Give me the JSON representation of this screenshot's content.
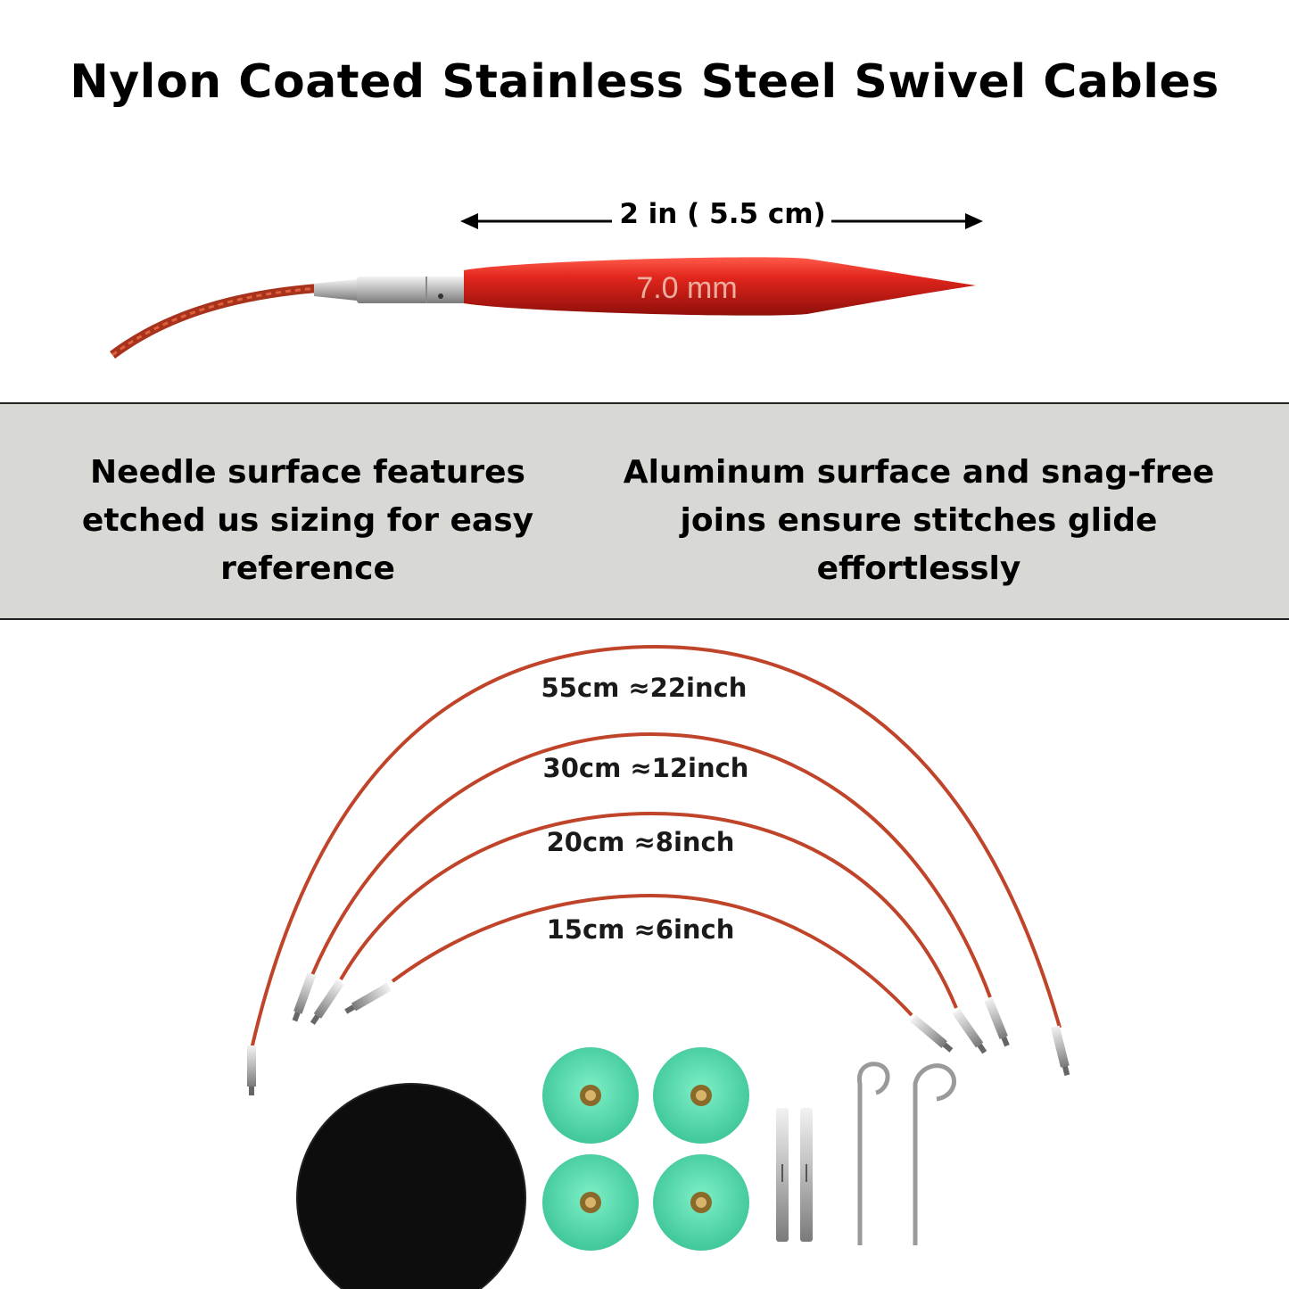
{
  "title": "Nylon Coated Stainless Steel Swivel Cables",
  "needle": {
    "length_label": "2 in ( 5.5 cm)",
    "size_etching": "7.0 mm"
  },
  "features": {
    "left": "Needle surface features etched us sizing for easy reference",
    "right": "Aluminum surface and snag-free joins ensure stitches glide effortlessly"
  },
  "cables": [
    {
      "label": "55cm ≈22inch"
    },
    {
      "label": "30cm ≈12inch"
    },
    {
      "label": "20cm ≈8inch"
    },
    {
      "label": "15cm ≈6inch"
    }
  ],
  "colors": {
    "needle_red": "#d0221b",
    "cable_red": "#b8432a",
    "band_gray": "#d8d8d4",
    "stopper_green": "#5fe0b5",
    "pad_black": "#0d0d0d"
  },
  "icons": [
    "arrow-left-icon",
    "arrow-right-icon"
  ]
}
